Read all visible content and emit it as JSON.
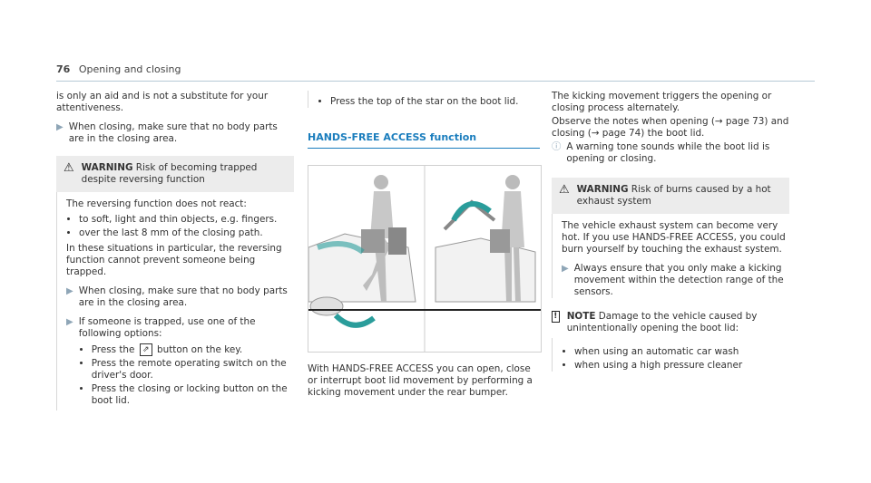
{
  "header": {
    "page_number": "76",
    "section": "Opening and closing"
  },
  "col1": {
    "intro": "is only an aid and is not a substitute for your attentiveness.",
    "step1": "When closing, make sure that no body parts are in the closing area.",
    "warning_label": "WARNING",
    "warning_text": "Risk of becoming trapped despite reversing function",
    "warning_body": "The reversing function does not react:",
    "bullets": [
      "to soft, light and thin objects, e.g. fingers.",
      "over the last 8 mm of the closing path."
    ],
    "situation": "In these situations in particular, the reversing function cannot prevent someone being trapped.",
    "step2": "When closing, make sure that no body parts are in the closing area.",
    "step3": "If someone is trapped, use one of the following options:",
    "options": [
      "Press the",
      "button on the key.",
      "Press the remote operating switch on the driver's door.",
      "Press the closing or locking button on the boot lid."
    ]
  },
  "col2": {
    "top_bullet": "Press the top of the star on the boot lid.",
    "section_title": "HANDS-FREE ACCESS function",
    "caption": "With HANDS-FREE ACCESS you can open, close or interrupt boot lid movement by performing a kicking movement under the rear bumper."
  },
  "col3": {
    "p1": "The kicking movement triggers the opening or closing process alternately.",
    "p2": "Observe the notes when opening (→ page 73) and closing (→ page 74) the boot lid.",
    "info": "A warning tone sounds while the boot lid is opening or closing.",
    "warning_label": "WARNING",
    "warning_text": "Risk of burns caused by a hot exhaust system",
    "warning_body": "The vehicle exhaust system can become very hot. If you use HANDS-FREE ACCESS, you could burn yourself by touching the exhaust system.",
    "step": "Always ensure that you only make a kicking movement within the detection range of the sensors.",
    "note_label": "NOTE",
    "note_text": "Damage to the vehicle caused by unintentionally opening the boot lid:",
    "note_bullets": [
      "when using an automatic car wash",
      "when using a high pressure cleaner"
    ]
  },
  "colors": {
    "accent": "#1a7dbd",
    "arrow": "#8fa6b7",
    "box": "#ececec"
  },
  "icons": [
    "warning-triangle-icon",
    "step-arrow-icon",
    "info-icon",
    "note-square-icon",
    "boot-key-icon"
  ]
}
